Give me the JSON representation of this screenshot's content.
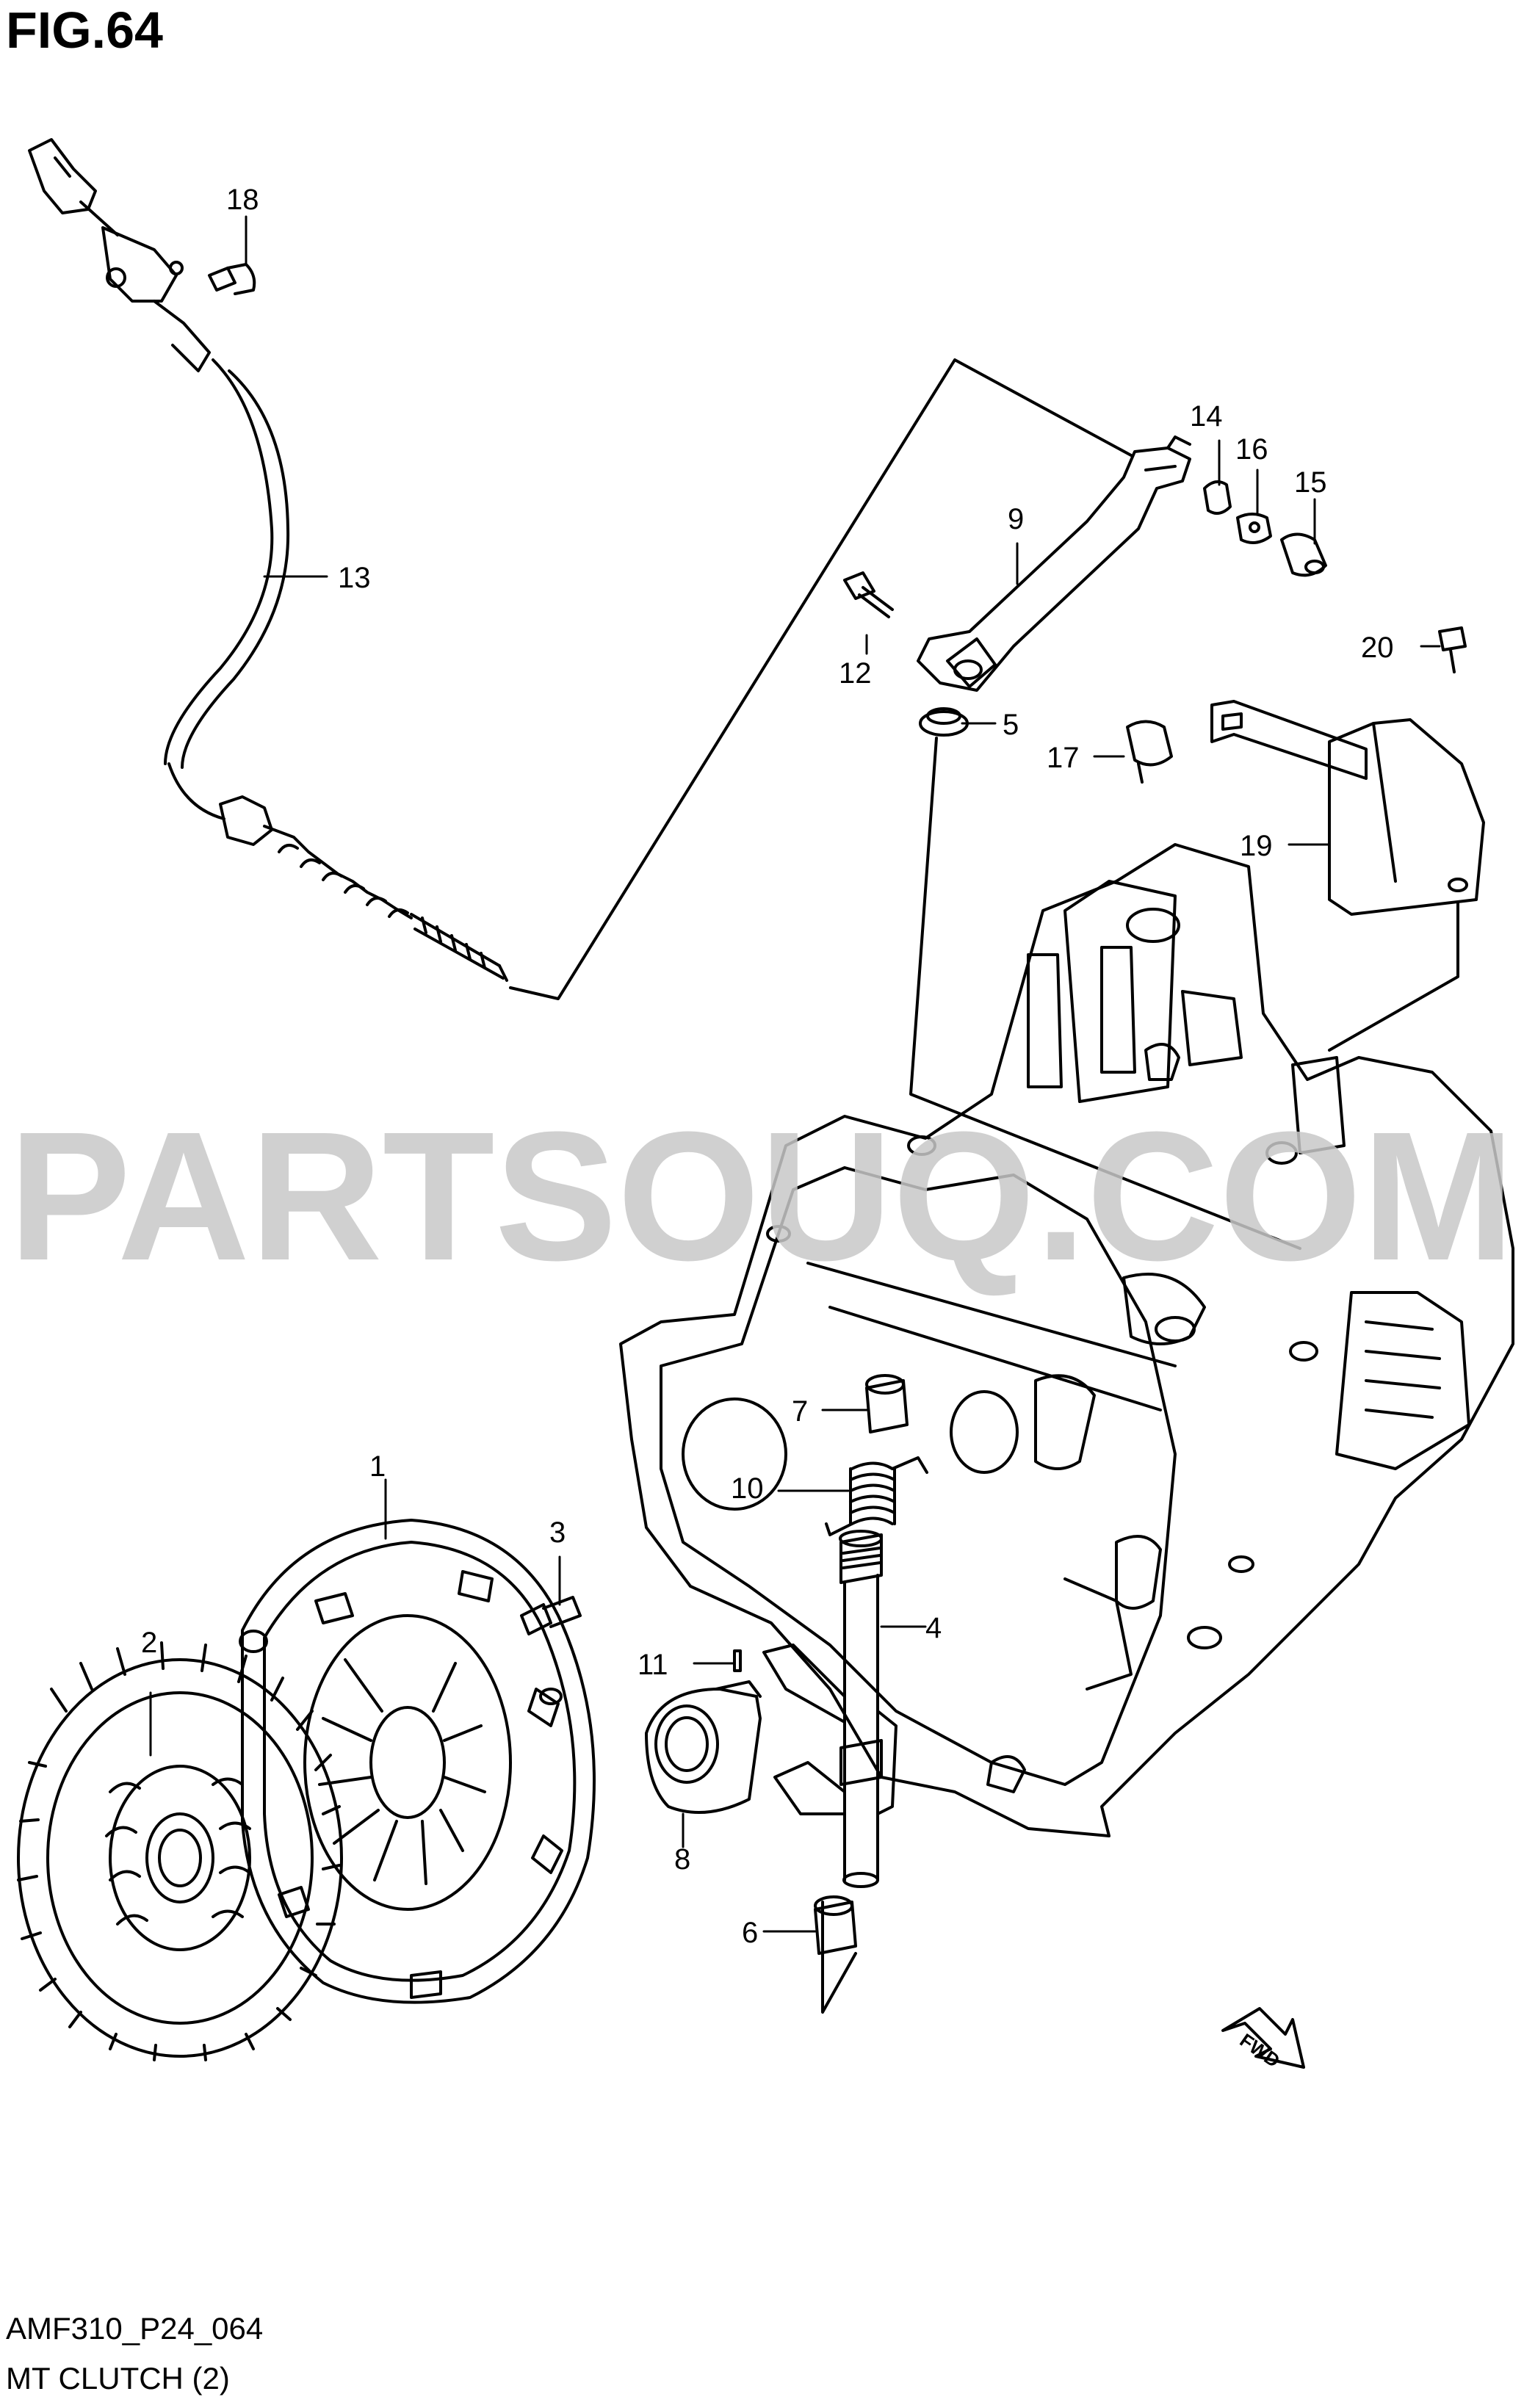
{
  "figure": {
    "title": "FIG.64",
    "code": "AMF310_P24_064",
    "name": "MT CLUTCH (2)"
  },
  "watermark": {
    "text": "PARTSOUQ.COM",
    "color": "#c8c8c8"
  },
  "badge": {
    "text": "FWD"
  },
  "callouts": [
    {
      "id": "1",
      "label": "1"
    },
    {
      "id": "2",
      "label": "2"
    },
    {
      "id": "3",
      "label": "3"
    },
    {
      "id": "4",
      "label": "4"
    },
    {
      "id": "5",
      "label": "5"
    },
    {
      "id": "6",
      "label": "6"
    },
    {
      "id": "7",
      "label": "7"
    },
    {
      "id": "8",
      "label": "8"
    },
    {
      "id": "9",
      "label": "9"
    },
    {
      "id": "10",
      "label": "10"
    },
    {
      "id": "11",
      "label": "11"
    },
    {
      "id": "12",
      "label": "12"
    },
    {
      "id": "13",
      "label": "13"
    },
    {
      "id": "14",
      "label": "14"
    },
    {
      "id": "15",
      "label": "15"
    },
    {
      "id": "16",
      "label": "16"
    },
    {
      "id": "17",
      "label": "17"
    },
    {
      "id": "18",
      "label": "18"
    },
    {
      "id": "19",
      "label": "19"
    },
    {
      "id": "20",
      "label": "20"
    }
  ]
}
